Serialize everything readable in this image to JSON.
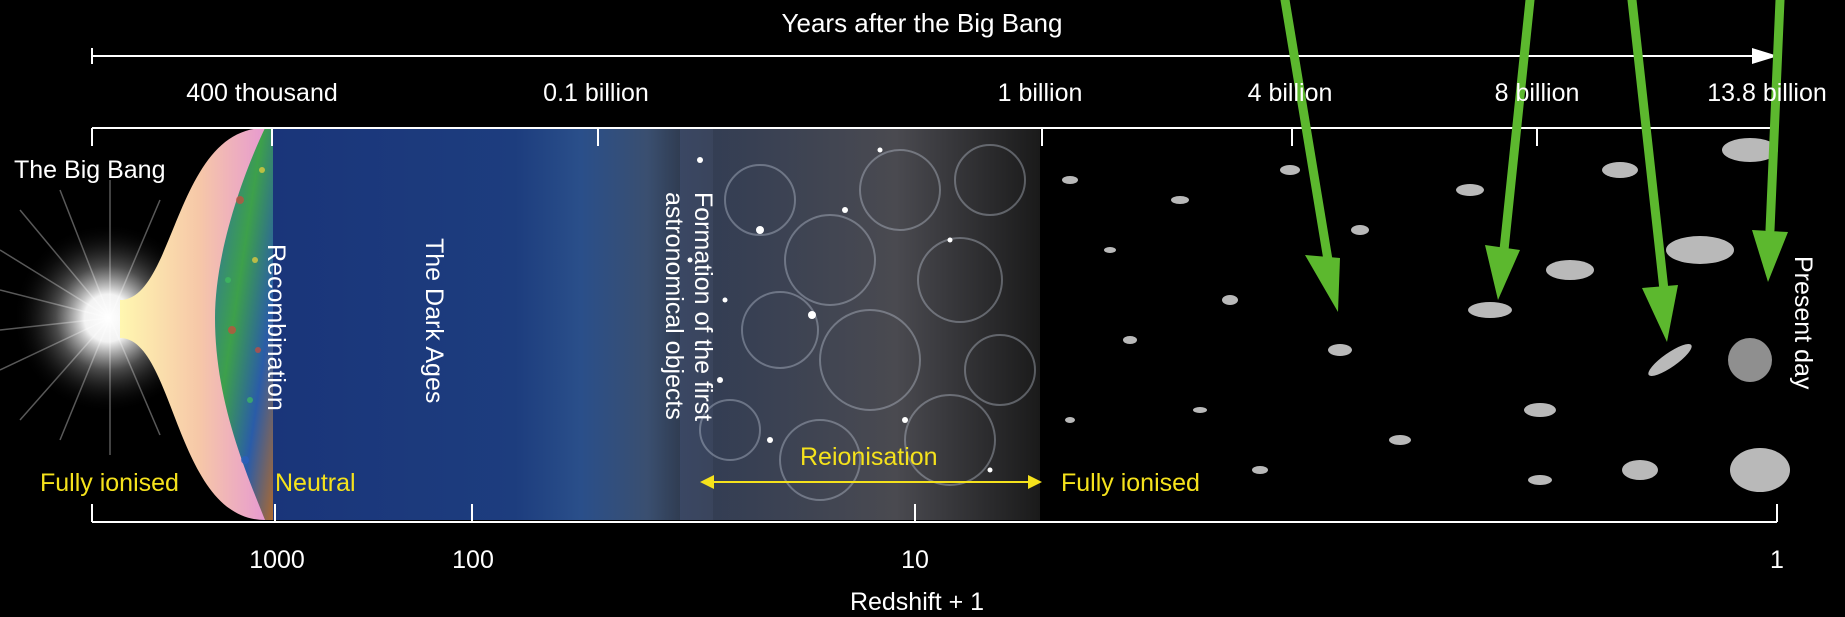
{
  "header": {
    "years_axis_title": "Years after the Big Bang"
  },
  "top_ticks": [
    "400 thousand",
    "0.1 billion",
    "1 billion",
    "4 billion",
    "8 billion",
    "13.8 billion"
  ],
  "bottom_ticks": [
    "1000",
    "100",
    "10",
    "1"
  ],
  "footer": {
    "redshift_axis_title": "Redshift + 1"
  },
  "epochs": {
    "big_bang": "The Big Bang",
    "recombination": "Recombination",
    "dark_ages": "The Dark Ages",
    "formation_line1": "Formation of the first",
    "formation_line2": "astronomical objects",
    "present_day": "Present day"
  },
  "states": {
    "fully_ionised_left": "Fully ionised",
    "neutral": "Neutral",
    "reionisation": "Reionisation",
    "fully_ionised_right": "Fully ionised"
  },
  "colors": {
    "label_yellow": "#f5e21c",
    "arrow_green": "#5cb82e",
    "dark_ages_blue": "#1c3a7a",
    "background": "#000000"
  }
}
